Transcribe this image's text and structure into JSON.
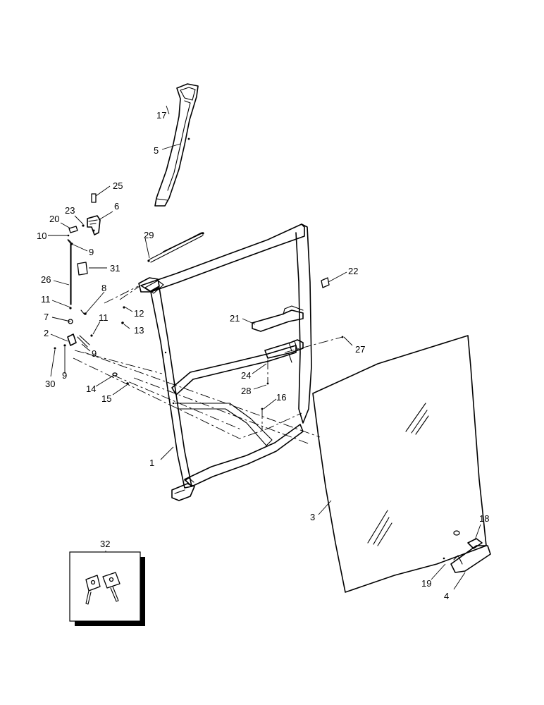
{
  "callouts": [
    {
      "id": "c1",
      "label": "1"
    },
    {
      "id": "c2",
      "label": "2"
    },
    {
      "id": "c3",
      "label": "3"
    },
    {
      "id": "c4",
      "label": "4"
    },
    {
      "id": "c5",
      "label": "5"
    },
    {
      "id": "c6",
      "label": "6"
    },
    {
      "id": "c7",
      "label": "7"
    },
    {
      "id": "c8",
      "label": "8"
    },
    {
      "id": "c9a",
      "label": "9"
    },
    {
      "id": "c9b",
      "label": "9"
    },
    {
      "id": "c9c",
      "label": "9"
    },
    {
      "id": "c10",
      "label": "10"
    },
    {
      "id": "c11a",
      "label": "11"
    },
    {
      "id": "c11b",
      "label": "11"
    },
    {
      "id": "c12",
      "label": "12"
    },
    {
      "id": "c13",
      "label": "13"
    },
    {
      "id": "c14",
      "label": "14"
    },
    {
      "id": "c15",
      "label": "15"
    },
    {
      "id": "c16",
      "label": "16"
    },
    {
      "id": "c17",
      "label": "17"
    },
    {
      "id": "c18",
      "label": "18"
    },
    {
      "id": "c19",
      "label": "19"
    },
    {
      "id": "c20",
      "label": "20"
    },
    {
      "id": "c21",
      "label": "21"
    },
    {
      "id": "c22",
      "label": "22"
    },
    {
      "id": "c23",
      "label": "23"
    },
    {
      "id": "c24",
      "label": "24"
    },
    {
      "id": "c25",
      "label": "25"
    },
    {
      "id": "c26",
      "label": "26"
    },
    {
      "id": "c27",
      "label": "27"
    },
    {
      "id": "c28",
      "label": "28"
    },
    {
      "id": "c29",
      "label": "29"
    },
    {
      "id": "c30",
      "label": "30"
    },
    {
      "id": "c31",
      "label": "31"
    },
    {
      "id": "c32",
      "label": "32"
    }
  ]
}
